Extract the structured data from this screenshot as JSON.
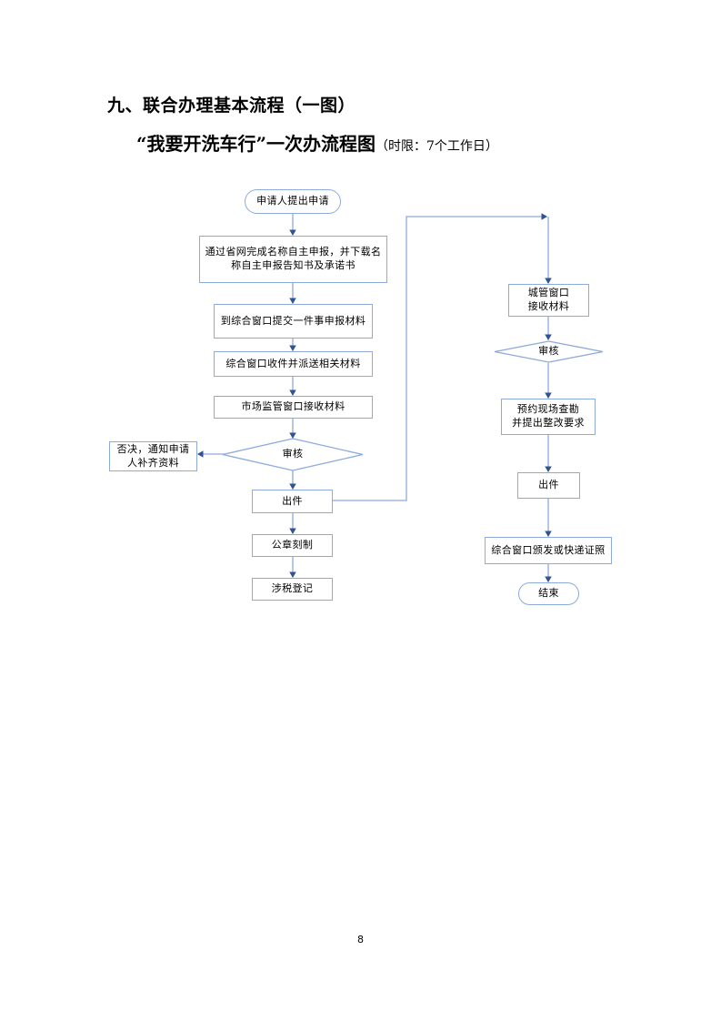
{
  "document": {
    "heading_section": "九、联合办理基本流程（一图）",
    "heading_title": "“我要开洗车行”一次办流程图",
    "heading_title_suffix": "（时限：7个工作日）",
    "page_number": "8"
  },
  "theme": {
    "node_border": "#8eaadb",
    "connector": "#8eaadb",
    "arrowhead": "#31538f",
    "node_fill": "#ffffff",
    "text": "#000000"
  },
  "flowchart": {
    "type": "flowchart",
    "title": "“我要开洗车行”一次办流程图",
    "left_column": {
      "start": {
        "label": "申请人提出申请",
        "shape": "terminator"
      },
      "step_name_declaration": {
        "label": "通过省网完成名称自主申报，并下载名称自主申报告知书及承诺书",
        "shape": "process"
      },
      "step_submit": {
        "label": "到综合窗口提交一件事申报材料",
        "shape": "process"
      },
      "step_receive_dispatch": {
        "label": "综合窗口收件并派送相关材料",
        "shape": "process"
      },
      "step_market_window": {
        "label": "市场监管窗口接收材料",
        "shape": "process"
      },
      "decision_review": {
        "label": "审核",
        "shape": "decision"
      },
      "reject_branch": {
        "label": "否决，通知申请人补齐资料",
        "shape": "process"
      },
      "step_issue": {
        "label": "出件",
        "shape": "process"
      },
      "step_seal": {
        "label": "公章刻制",
        "shape": "process"
      },
      "step_tax": {
        "label": "涉税登记",
        "shape": "process"
      }
    },
    "right_column": {
      "step_urban_window": {
        "label": "城管窗口\n接收材料",
        "line1": "城管窗口",
        "line2": "接收材料",
        "shape": "process"
      },
      "decision_review": {
        "label": "审核",
        "shape": "decision"
      },
      "step_site_survey": {
        "label": "预约现场查勘并提出整改要求",
        "line1": "预约现场查勘",
        "line2": "并提出整改要求",
        "shape": "process"
      },
      "step_issue": {
        "label": "出件",
        "shape": "process"
      },
      "step_issue_certificate": {
        "label": "综合窗口颁发或快递证照",
        "shape": "process"
      },
      "end": {
        "label": "结束",
        "shape": "terminator"
      }
    },
    "edges": [
      {
        "from": "start",
        "to": "step_name_declaration"
      },
      {
        "from": "step_name_declaration",
        "to": "step_submit"
      },
      {
        "from": "step_submit",
        "to": "step_receive_dispatch"
      },
      {
        "from": "step_receive_dispatch",
        "to": "step_market_window"
      },
      {
        "from": "step_market_window",
        "to": "decision_review"
      },
      {
        "from": "decision_review",
        "to": "reject_branch"
      },
      {
        "from": "decision_review",
        "to": "step_issue"
      },
      {
        "from": "step_issue",
        "to": "step_seal"
      },
      {
        "from": "step_seal",
        "to": "step_tax"
      },
      {
        "from": "step_issue",
        "to": "step_urban_window"
      },
      {
        "from": "step_urban_window",
        "to": "right_decision_review"
      },
      {
        "from": "right_decision_review",
        "to": "step_site_survey"
      },
      {
        "from": "step_site_survey",
        "to": "right_step_issue"
      },
      {
        "from": "right_step_issue",
        "to": "step_issue_certificate"
      },
      {
        "from": "step_issue_certificate",
        "to": "end"
      }
    ]
  }
}
